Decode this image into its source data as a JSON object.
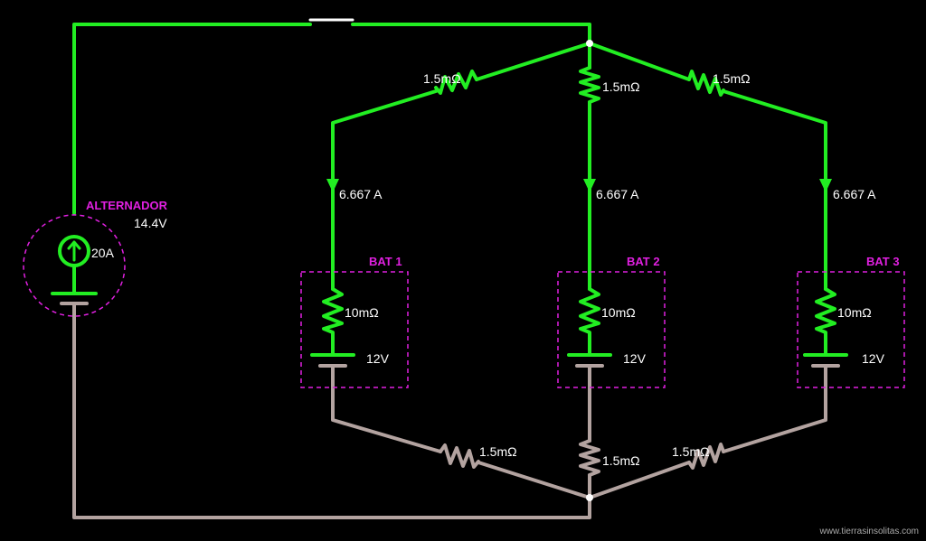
{
  "colors": {
    "background": "#000000",
    "positive_wire": "#22ee22",
    "negative_wire": "#b3a3a0",
    "box": "#e020e0",
    "text": "#ffffff"
  },
  "alternator": {
    "name": "ALTERNADOR",
    "voltage": "14.4V",
    "current": "20A"
  },
  "resistors": {
    "pos_left": "1.5mΩ",
    "pos_mid": "1.5mΩ",
    "pos_right": "1.5mΩ",
    "neg_left": "1.5mΩ",
    "neg_mid": "1.5mΩ",
    "neg_right": "1.5mΩ"
  },
  "batteries": [
    {
      "name": "BAT 1",
      "current": "6.667 A",
      "resistance": "10mΩ",
      "voltage": "12V"
    },
    {
      "name": "BAT 2",
      "current": "6.667 A",
      "resistance": "10mΩ",
      "voltage": "12V"
    },
    {
      "name": "BAT 3",
      "current": "6.667 A",
      "resistance": "10mΩ",
      "voltage": "12V"
    }
  ],
  "credit": "www.tierrasinsolitas.com"
}
